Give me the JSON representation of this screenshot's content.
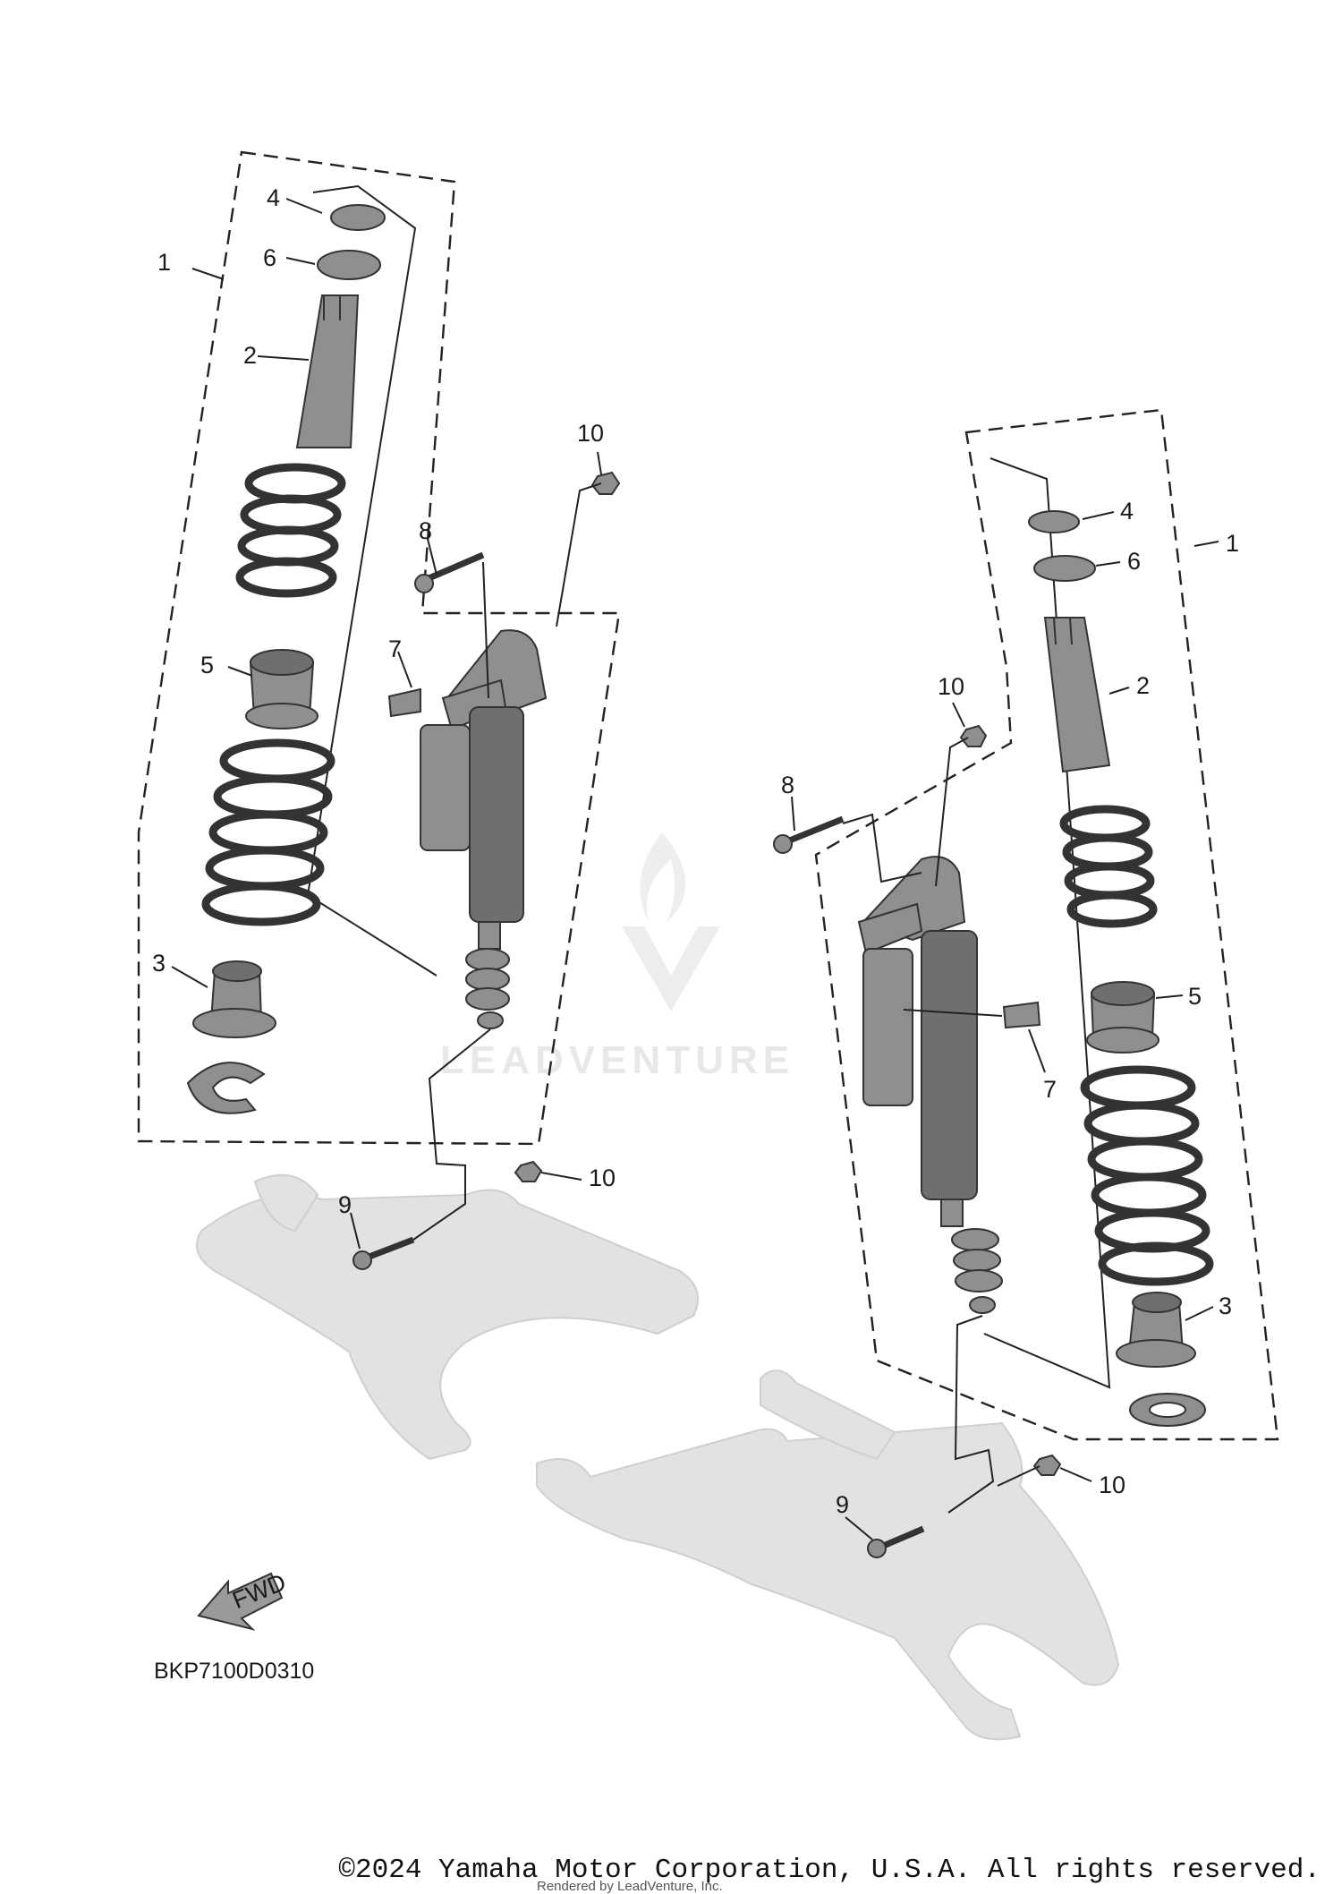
{
  "diagram": {
    "code": "BKP7100D0310",
    "fwd_label": "FWD",
    "watermark": "LEADVENTURE",
    "callouts_left": [
      "1",
      "2",
      "3",
      "4",
      "5",
      "6",
      "7",
      "8",
      "9",
      "10",
      "10"
    ],
    "callouts_right": [
      "1",
      "2",
      "3",
      "4",
      "5",
      "6",
      "7",
      "8",
      "9",
      "10",
      "10"
    ]
  },
  "footer": {
    "copyright": "©2024 Yamaha Motor Corporation, U.S.A. All rights reserved.",
    "rendered_by": "Rendered by LeadVenture, Inc."
  }
}
